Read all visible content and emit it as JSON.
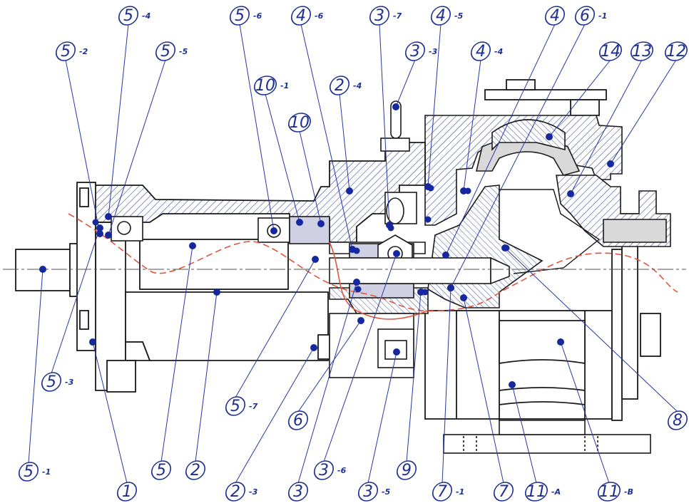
{
  "callouts": [
    {
      "id": "5-1",
      "num": "5",
      "sub": "-1",
      "circled": true
    },
    {
      "id": "5-2",
      "num": "5",
      "sub": "-2",
      "circled": true
    },
    {
      "id": "5-3",
      "num": "5",
      "sub": "-3",
      "circled": true
    },
    {
      "id": "5-4",
      "num": "5",
      "sub": "-4",
      "circled": true
    },
    {
      "id": "5-5",
      "num": "5",
      "sub": "-5",
      "circled": true
    },
    {
      "id": "5-6",
      "num": "5",
      "sub": "-6",
      "circled": true
    },
    {
      "id": "5-7",
      "num": "5",
      "sub": "-7",
      "circled": true
    },
    {
      "id": "5",
      "num": "5",
      "sub": "",
      "circled": true
    },
    {
      "id": "1",
      "num": "1",
      "sub": "",
      "circled": true
    },
    {
      "id": "2",
      "num": "2",
      "sub": "",
      "circled": true
    },
    {
      "id": "2-3",
      "num": "2",
      "sub": "-3",
      "circled": true
    },
    {
      "id": "2-4",
      "num": "2",
      "sub": "-4",
      "circled": true
    },
    {
      "id": "3",
      "num": "3",
      "sub": "",
      "circled": true
    },
    {
      "id": "3-3",
      "num": "3",
      "sub": "-3",
      "circled": true
    },
    {
      "id": "3-5",
      "num": "3",
      "sub": "-5",
      "circled": true
    },
    {
      "id": "3-6",
      "num": "3",
      "sub": "-6",
      "circled": true
    },
    {
      "id": "3-7",
      "num": "3",
      "sub": "-7",
      "circled": true
    },
    {
      "id": "4",
      "num": "4",
      "sub": "",
      "circled": true
    },
    {
      "id": "4-4",
      "num": "4",
      "sub": "-4",
      "circled": true
    },
    {
      "id": "4-5",
      "num": "4",
      "sub": "-5",
      "circled": true
    },
    {
      "id": "4-6",
      "num": "4",
      "sub": "-6",
      "circled": true
    },
    {
      "id": "6",
      "num": "6",
      "sub": "",
      "circled": true
    },
    {
      "id": "6-1",
      "num": "6",
      "sub": "-1",
      "circled": true
    },
    {
      "id": "7",
      "num": "7",
      "sub": "",
      "circled": true
    },
    {
      "id": "7-1",
      "num": "7",
      "sub": "-1",
      "circled": true
    },
    {
      "id": "8",
      "num": "8",
      "sub": "",
      "circled": true
    },
    {
      "id": "9",
      "num": "9",
      "sub": "",
      "circled": true
    },
    {
      "id": "10",
      "num": "10",
      "sub": "",
      "circled": true
    },
    {
      "id": "10-1",
      "num": "10",
      "sub": "-1",
      "circled": true
    },
    {
      "id": "11-A",
      "num": "11",
      "sub": "-A",
      "circled": true
    },
    {
      "id": "11-B",
      "num": "11",
      "sub": "-B",
      "circled": true
    },
    {
      "id": "12",
      "num": "12",
      "sub": "",
      "circled": true
    },
    {
      "id": "13",
      "num": "13",
      "sub": "",
      "circled": true
    },
    {
      "id": "14",
      "num": "14",
      "sub": "",
      "circled": true
    }
  ],
  "colors": {
    "outline": "#1a1a1a",
    "hatch": "#3f4f9a",
    "leader": "#2637a3",
    "dot": "#16289e",
    "label": "#1d2f8f",
    "breakline": "#e0553d",
    "centerline": "#555555",
    "casing_fill": "#f4f4f4",
    "liner_fill": "#d9d9d9"
  }
}
